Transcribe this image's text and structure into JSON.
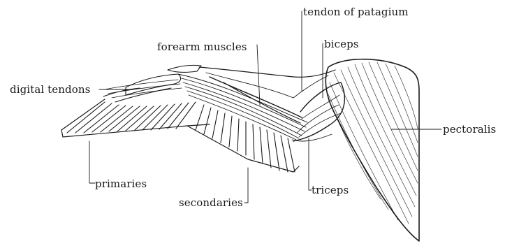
{
  "diagram": {
    "labels": {
      "tendon_of_patagium": "tendon of patagium",
      "forearm_muscles": "forearm muscles",
      "biceps": "biceps",
      "digital_tendons": "digital tendons",
      "pectoralis": "pectoralis",
      "primaries": "primaries",
      "triceps": "triceps",
      "secondaries": "secondaries"
    },
    "colors": {
      "ink": "#1a1a1a",
      "background": "#ffffff"
    }
  }
}
